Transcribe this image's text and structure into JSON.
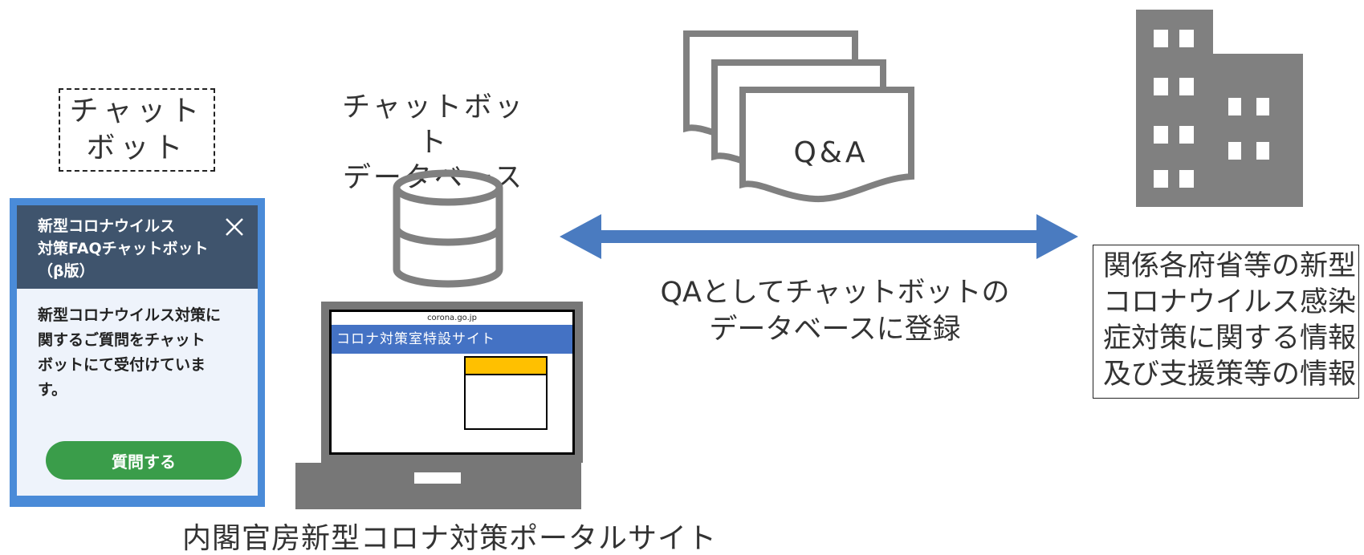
{
  "chatbot_label": "チャット\nボット",
  "chat_widget": {
    "title": "新型コロナウイルス\n対策FAQチャットボット\n（β版）",
    "message": "新型コロナウイルス対策に\n関するご質問をチャット\nボットにて受付けていま\nす。",
    "ask_button_label": "質問する",
    "close_icon": "close-icon"
  },
  "database_label": "チャットボット\nデータベース",
  "portal_site": {
    "url": "corona.go.jp",
    "banner": "コロナ対策室特設サイト",
    "caption": "内閣官房新型コロナ対策ポータルサイト"
  },
  "qa_document_label": "Q&A",
  "register_label": "QAとしてチャットボットの\nデータベースに登録",
  "info_box": "関係各府省等の新型\nコロナウイルス感染\n症対策に関する情報\n及び支援策等の情報",
  "colors": {
    "arrow": "#4a7bc0",
    "icon_gray": "#808080",
    "widget_frame": "#4a8bd8",
    "widget_header": "#3f546d",
    "ask_button": "#3a9d4a",
    "site_banner": "#4472c4",
    "site_widget_bar": "#ffc000"
  },
  "icons": [
    "database-icon",
    "qa-documents-icon",
    "office-building-icon",
    "laptop-icon",
    "double-arrow-icon"
  ]
}
